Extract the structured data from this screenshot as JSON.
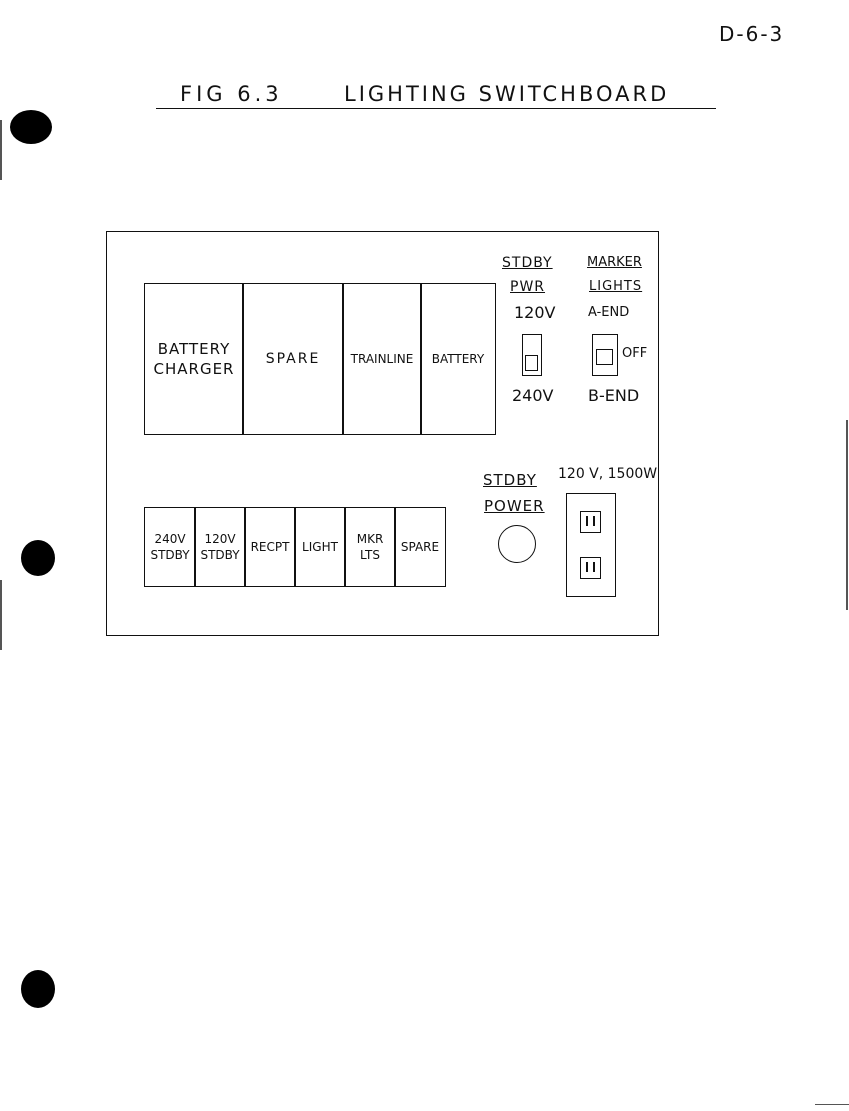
{
  "page_number": "D-6-3",
  "title": {
    "fig_label": "FIG 6.3",
    "name": "LIGHTING SWITCHBOARD"
  },
  "upper_breakers": [
    {
      "line1": "BATTERY",
      "line2": "CHARGER"
    },
    {
      "line1": "SPARE"
    },
    {
      "line1": "TRAINLINE"
    },
    {
      "line1": "BATTERY"
    }
  ],
  "standby_switch": {
    "heading1": "STDBY",
    "heading2": "PWR",
    "top_position": "120V",
    "bottom_position": "240V"
  },
  "marker_switch": {
    "heading1": "MARKER",
    "heading2": "LIGHTS",
    "top_position": "A-END",
    "middle_position": "OFF",
    "bottom_position": "B-END"
  },
  "lower_breakers": [
    {
      "line1": "240V",
      "line2": "STDBY"
    },
    {
      "line1": "120V",
      "line2": "STDBY"
    },
    {
      "line1": "RECPT"
    },
    {
      "line1": "LIGHT"
    },
    {
      "line1": "MKR",
      "line2": "LTS"
    },
    {
      "line1": "SPARE"
    }
  ],
  "standby_power": {
    "label1": "STDBY",
    "label2": "POWER"
  },
  "receptacle": {
    "rating": "120 V, 1500W"
  }
}
